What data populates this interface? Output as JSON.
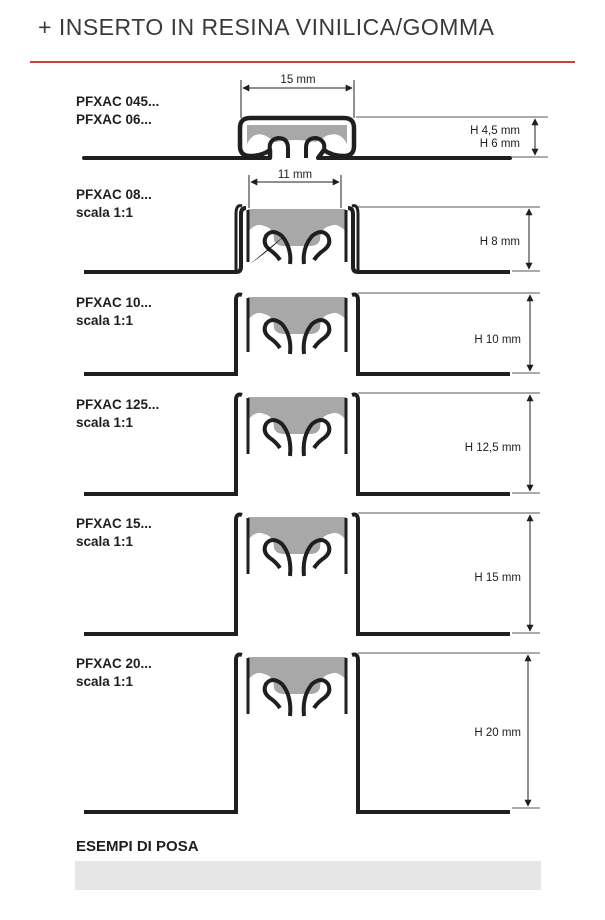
{
  "header": {
    "title": "+ INSERTO IN RESINA VINILICA/GOMMA"
  },
  "profiles": [
    {
      "code": "PFXAC 045... ",
      "code2": "PFXAC 06...",
      "height_label": "H 4,5 mm",
      "height_label2": "H 6 mm",
      "width_label": "15 mm"
    },
    {
      "code": "PFXAC 08...",
      "code2": "scala 1:1",
      "height_label": "H 8 mm",
      "width_label": "11 mm"
    },
    {
      "code": "PFXAC 10...",
      "code2": "scala 1:1",
      "height_label": "H 10 mm"
    },
    {
      "code": "PFXAC 125...",
      "code2": "scala 1:1",
      "height_label": "H 12,5 mm"
    },
    {
      "code": "PFXAC 15...",
      "code2": "scala 1:1",
      "height_label": "H 15 mm"
    },
    {
      "code": "PFXAC 20...",
      "code2": "scala 1:1",
      "height_label": "H 20 mm"
    }
  ],
  "footer": {
    "section_title": "ESEMPI DI POSA"
  },
  "colors": {
    "accent_rule": "#c9423a",
    "metal": "#1f1f1f",
    "insert": "#a8a8a8",
    "panel": "#e6e6e6"
  }
}
